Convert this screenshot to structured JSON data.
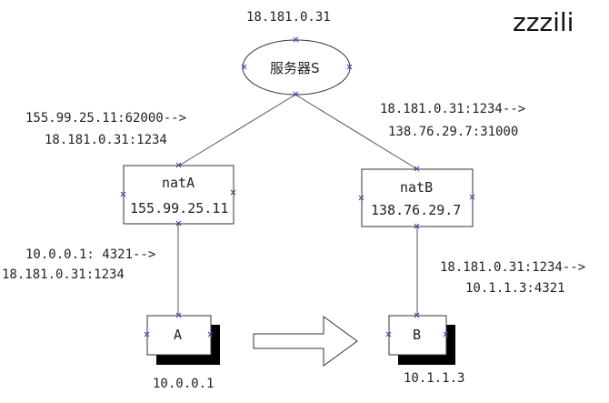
{
  "watermark": "zzzili",
  "server": {
    "ip_label": "18.181.0.31",
    "name": "服务器S"
  },
  "nat_a": {
    "name": "natA",
    "ip": "155.99.25.11",
    "mapping_line1": "155.99.25.11:62000-->",
    "mapping_line2": "18.181.0.31:1234"
  },
  "nat_b": {
    "name": "natB",
    "ip": "138.76.29.7",
    "mapping_line1": "18.181.0.31:1234-->",
    "mapping_line2": "138.76.29.7:31000"
  },
  "host_a": {
    "name": "A",
    "ip": "10.0.0.1",
    "mapping_line1": "10.0.0.1: 4321-->",
    "mapping_line2": "18.181.0.31:1234"
  },
  "host_b": {
    "name": "B",
    "ip": "10.1.1.3",
    "mapping_line1": "18.181.0.31:1234-->",
    "mapping_line2": "10.1.1.3:4321"
  }
}
